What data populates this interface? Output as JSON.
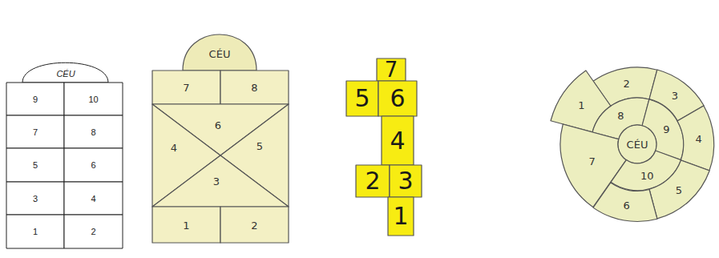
{
  "diagram": {
    "nodes": [
      {
        "text": [
          "CÉU"
        ]
      },
      {
        "text": [
          "9"
        ]
      },
      {
        "text": [
          "10"
        ]
      },
      {
        "text": [
          "7"
        ]
      },
      {
        "text": [
          "8"
        ]
      },
      {
        "text": [
          "5"
        ]
      },
      {
        "text": [
          "6"
        ]
      },
      {
        "text": [
          "3"
        ]
      },
      {
        "text": [
          "4"
        ]
      },
      {
        "text": [
          "1"
        ]
      },
      {
        "text": [
          "2"
        ]
      },
      {
        "text": [
          "CÉU"
        ]
      },
      {
        "text": [
          "7"
        ]
      },
      {
        "text": [
          "8"
        ]
      },
      {
        "text": [
          "6"
        ]
      },
      {
        "text": [
          "4"
        ]
      },
      {
        "text": [
          "5"
        ]
      },
      {
        "text": [
          "3"
        ]
      },
      {
        "text": [
          "1"
        ]
      },
      {
        "text": [
          "2"
        ]
      },
      {
        "text": [
          "7"
        ]
      },
      {
        "text": [
          "5"
        ]
      },
      {
        "text": [
          "6"
        ]
      },
      {
        "text": [
          "4"
        ]
      },
      {
        "text": [
          "2"
        ]
      },
      {
        "text": [
          "3"
        ]
      },
      {
        "text": [
          "1"
        ]
      },
      {
        "text": [
          "2"
        ]
      },
      {
        "text": [
          "3"
        ]
      },
      {
        "text": [
          "1"
        ]
      },
      {
        "text": [
          "8"
        ]
      },
      {
        "text": [
          "9"
        ]
      },
      {
        "text": [
          "4"
        ]
      },
      {
        "text": [
          "7"
        ]
      },
      {
        "text": [
          "CÉU"
        ]
      },
      {
        "text": [
          "10"
        ]
      },
      {
        "text": [
          "5"
        ]
      },
      {
        "text": [
          "6"
        ]
      }
    ]
  }
}
